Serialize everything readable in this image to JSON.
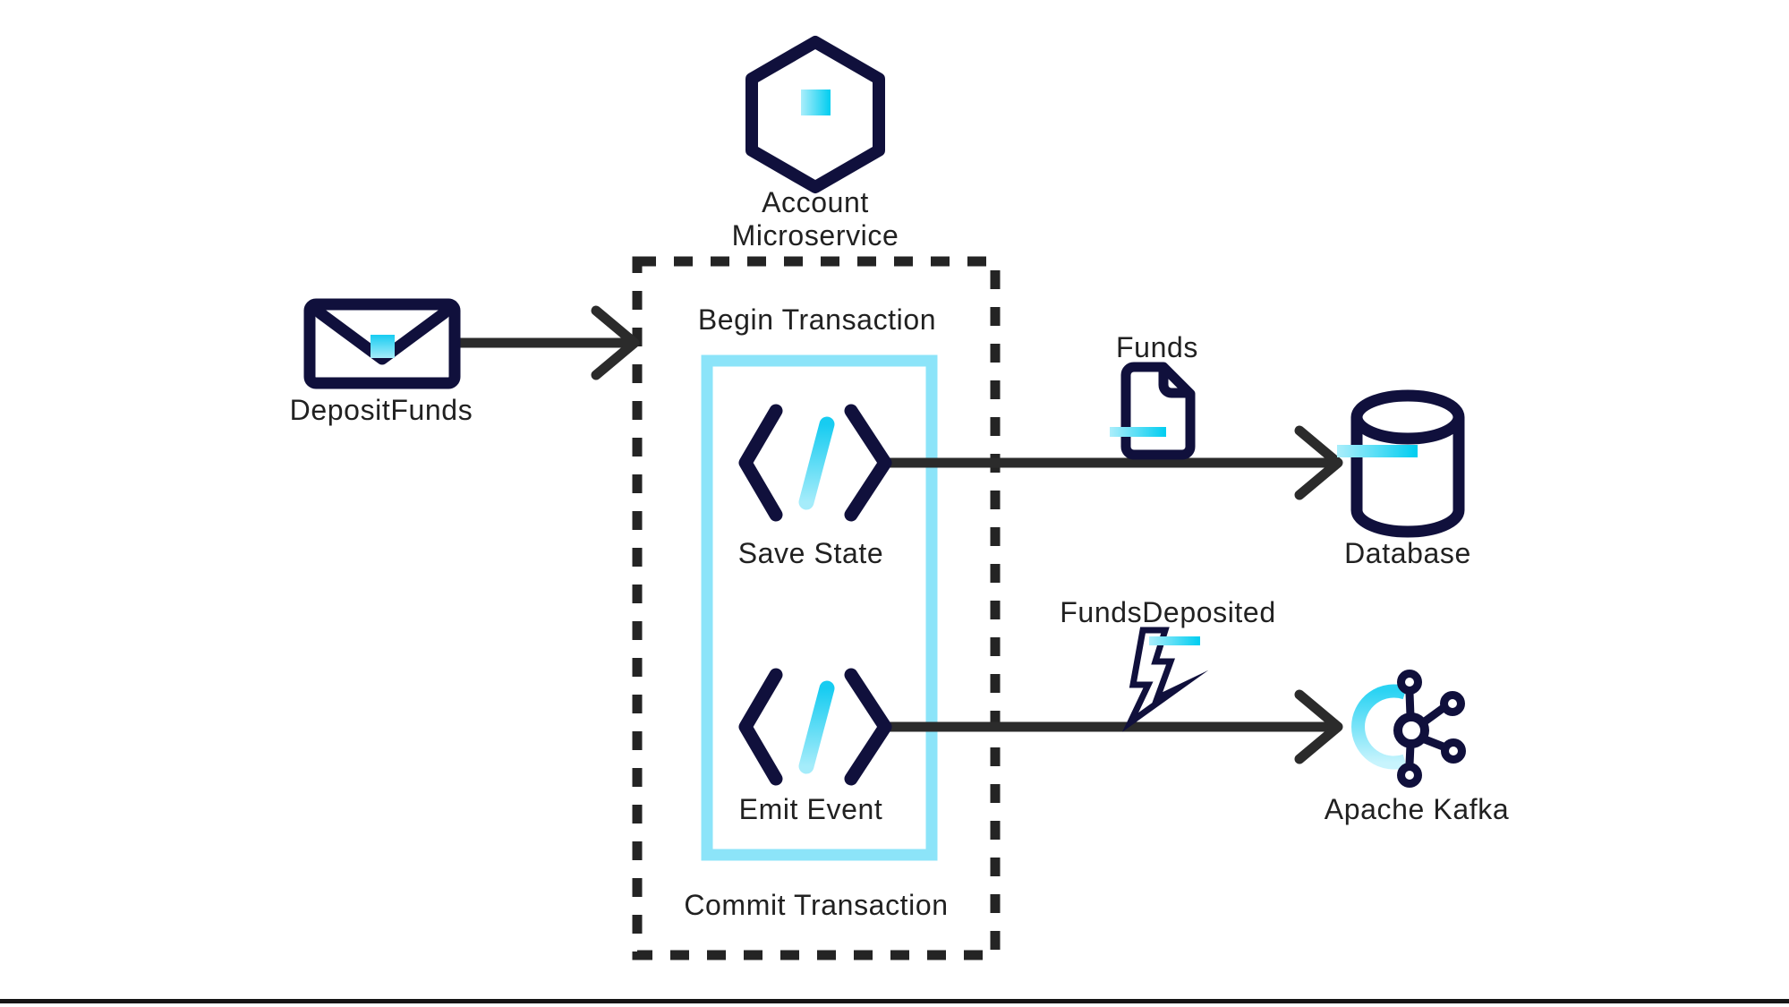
{
  "title": "Account microservice dual-write transaction diagram",
  "labels": {
    "account_microservice": "Account Microservice",
    "deposit_funds": "DepositFunds",
    "begin_transaction": "Begin Transaction",
    "save_state": "Save State",
    "emit_event": "Emit Event",
    "commit_transaction": "Commit Transaction",
    "funds": "Funds",
    "funds_deposited": "FundsDeposited",
    "database": "Database",
    "apache_kafka": "Apache Kafka"
  },
  "nodes": [
    {
      "id": "deposit-funds-message",
      "label": "DepositFunds",
      "icon": "envelope-icon"
    },
    {
      "id": "account-microservice",
      "label": "Account Microservice",
      "icon": "hexagon-icon"
    },
    {
      "id": "save-state",
      "label": "Save State",
      "icon": "code-icon"
    },
    {
      "id": "emit-event",
      "label": "Emit Event",
      "icon": "code-icon"
    },
    {
      "id": "funds-record",
      "label": "Funds",
      "icon": "document-icon"
    },
    {
      "id": "funds-deposited-event",
      "label": "FundsDeposited",
      "icon": "lightning-icon"
    },
    {
      "id": "database",
      "label": "Database",
      "icon": "database-cylinder-icon"
    },
    {
      "id": "apache-kafka",
      "label": "Apache Kafka",
      "icon": "kafka-icon"
    }
  ],
  "edges": [
    {
      "from": "deposit-funds-message",
      "to": "account-microservice"
    },
    {
      "from": "save-state",
      "to": "database",
      "payload": "Funds"
    },
    {
      "from": "emit-event",
      "to": "apache-kafka",
      "payload": "FundsDeposited"
    }
  ],
  "transaction_boundary": {
    "start": "Begin Transaction",
    "end": "Commit Transaction",
    "steps": [
      "Save State",
      "Emit Event"
    ]
  },
  "colors": {
    "navy": "#10103c",
    "cyan": "#00cdf0",
    "cyan_light": "#a5ecfa",
    "inner_box_cyan": "#8ce4f9",
    "arrow": "#2b2b2b",
    "dash": "#242424",
    "text": "#212121"
  }
}
